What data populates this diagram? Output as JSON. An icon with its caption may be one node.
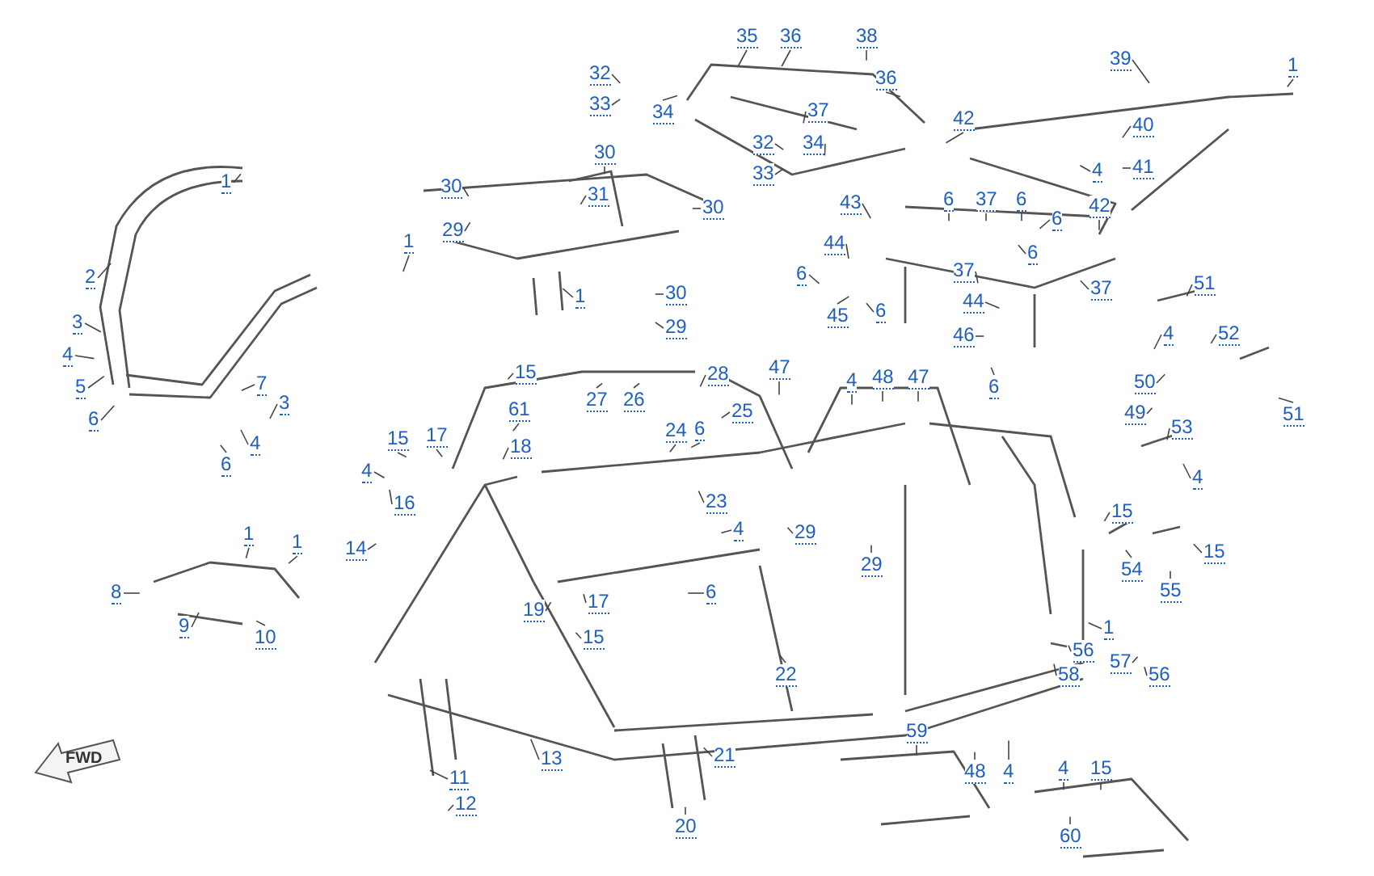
{
  "diagram": {
    "nodes": [
      {
        "text": [
          "1"
        ]
      },
      {
        "text": [
          "2"
        ]
      },
      {
        "text": [
          "3"
        ]
      },
      {
        "text": [
          "4"
        ]
      },
      {
        "text": [
          "5"
        ]
      },
      {
        "text": [
          "6"
        ]
      },
      {
        "text": [
          "7"
        ]
      },
      {
        "text": [
          "3"
        ]
      },
      {
        "text": [
          "4"
        ]
      },
      {
        "text": [
          "6"
        ]
      },
      {
        "text": [
          "1"
        ]
      },
      {
        "text": [
          "30"
        ]
      },
      {
        "text": [
          "29"
        ]
      },
      {
        "text": [
          "30"
        ]
      },
      {
        "text": [
          "31"
        ]
      },
      {
        "text": [
          "30"
        ]
      },
      {
        "text": [
          "1"
        ]
      },
      {
        "text": [
          "30"
        ]
      },
      {
        "text": [
          "29"
        ]
      },
      {
        "text": [
          "35"
        ]
      },
      {
        "text": [
          "36"
        ]
      },
      {
        "text": [
          "38"
        ]
      },
      {
        "text": [
          "32"
        ]
      },
      {
        "text": [
          "33"
        ]
      },
      {
        "text": [
          "34"
        ]
      },
      {
        "text": [
          "36"
        ]
      },
      {
        "text": [
          "37"
        ]
      },
      {
        "text": [
          "32"
        ]
      },
      {
        "text": [
          "33"
        ]
      },
      {
        "text": [
          "34"
        ]
      },
      {
        "text": [
          "39"
        ]
      },
      {
        "text": [
          "1"
        ]
      },
      {
        "text": [
          "42"
        ]
      },
      {
        "text": [
          "40"
        ]
      },
      {
        "text": [
          "41"
        ]
      },
      {
        "text": [
          "4"
        ]
      },
      {
        "text": [
          "42"
        ]
      },
      {
        "text": [
          "43"
        ]
      },
      {
        "text": [
          "6"
        ]
      },
      {
        "text": [
          "37"
        ]
      },
      {
        "text": [
          "6"
        ]
      },
      {
        "text": [
          "6"
        ]
      },
      {
        "text": [
          "6"
        ]
      },
      {
        "text": [
          "44"
        ]
      },
      {
        "text": [
          "6"
        ]
      },
      {
        "text": [
          "45"
        ]
      },
      {
        "text": [
          "6"
        ]
      },
      {
        "text": [
          "37"
        ]
      },
      {
        "text": [
          "44"
        ]
      },
      {
        "text": [
          "37"
        ]
      },
      {
        "text": [
          "46"
        ]
      },
      {
        "text": [
          "6"
        ]
      },
      {
        "text": [
          "51"
        ]
      },
      {
        "text": [
          "52"
        ]
      },
      {
        "text": [
          "51"
        ]
      },
      {
        "text": [
          "4"
        ]
      },
      {
        "text": [
          "50"
        ]
      },
      {
        "text": [
          "49"
        ]
      },
      {
        "text": [
          "53"
        ]
      },
      {
        "text": [
          "4"
        ]
      },
      {
        "text": [
          "15"
        ]
      },
      {
        "text": [
          "15"
        ]
      },
      {
        "text": [
          "54"
        ]
      },
      {
        "text": [
          "55"
        ]
      },
      {
        "text": [
          "1"
        ]
      },
      {
        "text": [
          "58"
        ]
      },
      {
        "text": [
          "56"
        ]
      },
      {
        "text": [
          "57"
        ]
      },
      {
        "text": [
          "56"
        ]
      },
      {
        "text": [
          "28"
        ]
      },
      {
        "text": [
          "25"
        ]
      },
      {
        "text": [
          "27"
        ]
      },
      {
        "text": [
          "26"
        ]
      },
      {
        "text": [
          "24"
        ]
      },
      {
        "text": [
          "6"
        ]
      },
      {
        "text": [
          "47"
        ]
      },
      {
        "text": [
          "4"
        ]
      },
      {
        "text": [
          "48"
        ]
      },
      {
        "text": [
          "47"
        ]
      },
      {
        "text": [
          "15"
        ]
      },
      {
        "text": [
          "61"
        ]
      },
      {
        "text": [
          "15"
        ]
      },
      {
        "text": [
          "17"
        ]
      },
      {
        "text": [
          "18"
        ]
      },
      {
        "text": [
          "4"
        ]
      },
      {
        "text": [
          "16"
        ]
      },
      {
        "text": [
          "14"
        ]
      },
      {
        "text": [
          "23"
        ]
      },
      {
        "text": [
          "4"
        ]
      },
      {
        "text": [
          "29"
        ]
      },
      {
        "text": [
          "29"
        ]
      },
      {
        "text": [
          "6"
        ]
      },
      {
        "text": [
          "19"
        ]
      },
      {
        "text": [
          "17"
        ]
      },
      {
        "text": [
          "15"
        ]
      },
      {
        "text": [
          "22"
        ]
      },
      {
        "text": [
          "13"
        ]
      },
      {
        "text": [
          "21"
        ]
      },
      {
        "text": [
          "20"
        ]
      },
      {
        "text": [
          "11"
        ]
      },
      {
        "text": [
          "12"
        ]
      },
      {
        "text": [
          "1"
        ]
      },
      {
        "text": [
          "1"
        ]
      },
      {
        "text": [
          "8"
        ]
      },
      {
        "text": [
          "9"
        ]
      },
      {
        "text": [
          "10"
        ]
      },
      {
        "text": [
          "59"
        ]
      },
      {
        "text": [
          "48"
        ]
      },
      {
        "text": [
          "4"
        ]
      },
      {
        "text": [
          "4"
        ]
      },
      {
        "text": [
          "15"
        ]
      },
      {
        "text": [
          "60"
        ]
      }
    ],
    "edges": [
      {
        "from": 0,
        "to": null,
        "arrow": "none"
      },
      {
        "from": 1,
        "to": null,
        "arrow": "none"
      },
      {
        "from": 2,
        "to": null,
        "arrow": "none"
      },
      {
        "from": 3,
        "to": null,
        "arrow": "none"
      },
      {
        "from": 4,
        "to": null,
        "arrow": "none"
      },
      {
        "from": 5,
        "to": null,
        "arrow": "none"
      },
      {
        "from": 6,
        "to": null,
        "arrow": "none"
      },
      {
        "from": 7,
        "to": null,
        "arrow": "none"
      },
      {
        "from": 8,
        "to": null,
        "arrow": "none"
      },
      {
        "from": 9,
        "to": null,
        "arrow": "none"
      },
      {
        "from": 10,
        "to": null,
        "arrow": "none"
      },
      {
        "from": 11,
        "to": null,
        "arrow": "none"
      },
      {
        "from": 12,
        "to": null,
        "arrow": "none"
      },
      {
        "from": 13,
        "to": null,
        "arrow": "none"
      },
      {
        "from": 14,
        "to": null,
        "arrow": "none"
      },
      {
        "from": 15,
        "to": null,
        "arrow": "none"
      },
      {
        "from": 16,
        "to": null,
        "arrow": "none"
      },
      {
        "from": 17,
        "to": null,
        "arrow": "none"
      },
      {
        "from": 18,
        "to": null,
        "arrow": "none"
      },
      {
        "from": 19,
        "to": null,
        "arrow": "none"
      },
      {
        "from": 20,
        "to": null,
        "arrow": "none"
      },
      {
        "from": 21,
        "to": null,
        "arrow": "none"
      },
      {
        "from": 22,
        "to": null,
        "arrow": "none"
      },
      {
        "from": 23,
        "to": null,
        "arrow": "none"
      },
      {
        "from": 24,
        "to": null,
        "arrow": "none"
      },
      {
        "from": 25,
        "to": null,
        "arrow": "none"
      },
      {
        "from": 26,
        "to": null,
        "arrow": "none"
      },
      {
        "from": 27,
        "to": null,
        "arrow": "none"
      },
      {
        "from": 28,
        "to": null,
        "arrow": "none"
      },
      {
        "from": 29,
        "to": null,
        "arrow": "none"
      },
      {
        "from": 30,
        "to": null,
        "arrow": "none"
      },
      {
        "from": 31,
        "to": null,
        "arrow": "none"
      },
      {
        "from": 32,
        "to": null,
        "arrow": "none"
      },
      {
        "from": 33,
        "to": null,
        "arrow": "none"
      },
      {
        "from": 34,
        "to": null,
        "arrow": "none"
      },
      {
        "from": 35,
        "to": null,
        "arrow": "none"
      },
      {
        "from": 36,
        "to": null,
        "arrow": "none"
      },
      {
        "from": 37,
        "to": null,
        "arrow": "none"
      },
      {
        "from": 38,
        "to": null,
        "arrow": "none"
      },
      {
        "from": 39,
        "to": null,
        "arrow": "none"
      },
      {
        "from": 40,
        "to": null,
        "arrow": "none"
      },
      {
        "from": 41,
        "to": null,
        "arrow": "none"
      },
      {
        "from": 42,
        "to": null,
        "arrow": "none"
      },
      {
        "from": 43,
        "to": null,
        "arrow": "none"
      },
      {
        "from": 44,
        "to": null,
        "arrow": "none"
      },
      {
        "from": 45,
        "to": null,
        "arrow": "none"
      },
      {
        "from": 46,
        "to": null,
        "arrow": "none"
      },
      {
        "from": 47,
        "to": null,
        "arrow": "none"
      },
      {
        "from": 48,
        "to": null,
        "arrow": "none"
      },
      {
        "from": 49,
        "to": null,
        "arrow": "none"
      },
      {
        "from": 50,
        "to": null,
        "arrow": "none"
      },
      {
        "from": 51,
        "to": null,
        "arrow": "none"
      },
      {
        "from": 52,
        "to": null,
        "arrow": "none"
      },
      {
        "from": 53,
        "to": null,
        "arrow": "none"
      },
      {
        "from": 54,
        "to": null,
        "arrow": "none"
      },
      {
        "from": 55,
        "to": null,
        "arrow": "none"
      },
      {
        "from": 56,
        "to": null,
        "arrow": "none"
      },
      {
        "from": 57,
        "to": null,
        "arrow": "none"
      },
      {
        "from": 58,
        "to": null,
        "arrow": "none"
      },
      {
        "from": 59,
        "to": null,
        "arrow": "none"
      },
      {
        "from": 60,
        "to": null,
        "arrow": "none"
      },
      {
        "from": 61,
        "to": null,
        "arrow": "none"
      },
      {
        "from": 62,
        "to": null,
        "arrow": "none"
      },
      {
        "from": 63,
        "to": null,
        "arrow": "none"
      },
      {
        "from": 64,
        "to": null,
        "arrow": "none"
      },
      {
        "from": 65,
        "to": null,
        "arrow": "none"
      },
      {
        "from": 66,
        "to": null,
        "arrow": "none"
      },
      {
        "from": 67,
        "to": null,
        "arrow": "none"
      },
      {
        "from": 68,
        "to": null,
        "arrow": "none"
      },
      {
        "from": 69,
        "to": null,
        "arrow": "none"
      },
      {
        "from": 70,
        "to": null,
        "arrow": "none"
      },
      {
        "from": 71,
        "to": null,
        "arrow": "none"
      },
      {
        "from": 72,
        "to": null,
        "arrow": "none"
      },
      {
        "from": 73,
        "to": null,
        "arrow": "none"
      },
      {
        "from": 74,
        "to": null,
        "arrow": "none"
      },
      {
        "from": 75,
        "to": null,
        "arrow": "none"
      },
      {
        "from": 76,
        "to": null,
        "arrow": "none"
      },
      {
        "from": 77,
        "to": null,
        "arrow": "none"
      },
      {
        "from": 78,
        "to": null,
        "arrow": "none"
      },
      {
        "from": 79,
        "to": null,
        "arrow": "none"
      },
      {
        "from": 80,
        "to": null,
        "arrow": "none"
      },
      {
        "from": 81,
        "to": null,
        "arrow": "none"
      },
      {
        "from": 82,
        "to": null,
        "arrow": "none"
      },
      {
        "from": 83,
        "to": null,
        "arrow": "none"
      },
      {
        "from": 84,
        "to": null,
        "arrow": "none"
      },
      {
        "from": 85,
        "to": null,
        "arrow": "none"
      },
      {
        "from": 86,
        "to": null,
        "arrow": "none"
      },
      {
        "from": 87,
        "to": null,
        "arrow": "none"
      },
      {
        "from": 88,
        "to": null,
        "arrow": "none"
      },
      {
        "from": 89,
        "to": null,
        "arrow": "none"
      },
      {
        "from": 90,
        "to": null,
        "arrow": "none"
      },
      {
        "from": 91,
        "to": null,
        "arrow": "none"
      },
      {
        "from": 92,
        "to": null,
        "arrow": "none"
      },
      {
        "from": 93,
        "to": null,
        "arrow": "none"
      },
      {
        "from": 94,
        "to": null,
        "arrow": "none"
      },
      {
        "from": 95,
        "to": null,
        "arrow": "none"
      },
      {
        "from": 96,
        "to": null,
        "arrow": "none"
      },
      {
        "from": 97,
        "to": null,
        "arrow": "none"
      },
      {
        "from": 98,
        "to": null,
        "arrow": "none"
      },
      {
        "from": 99,
        "to": null,
        "arrow": "none"
      },
      {
        "from": 100,
        "to": null,
        "arrow": "none"
      },
      {
        "from": 101,
        "to": null,
        "arrow": "none"
      },
      {
        "from": 102,
        "to": null,
        "arrow": "none"
      },
      {
        "from": 103,
        "to": null,
        "arrow": "none"
      },
      {
        "from": 104,
        "to": null,
        "arrow": "none"
      },
      {
        "from": 105,
        "to": null,
        "arrow": "none"
      },
      {
        "from": 106,
        "to": null,
        "arrow": "none"
      },
      {
        "from": 107,
        "to": null,
        "arrow": "none"
      },
      {
        "from": 108,
        "to": null,
        "arrow": "none"
      },
      {
        "from": 109,
        "to": null,
        "arrow": "none"
      },
      {
        "from": 110,
        "to": null,
        "arrow": "none"
      },
      {
        "from": 111,
        "to": null,
        "arrow": "none"
      }
    ],
    "labels": [
      "FWD"
    ]
  }
}
